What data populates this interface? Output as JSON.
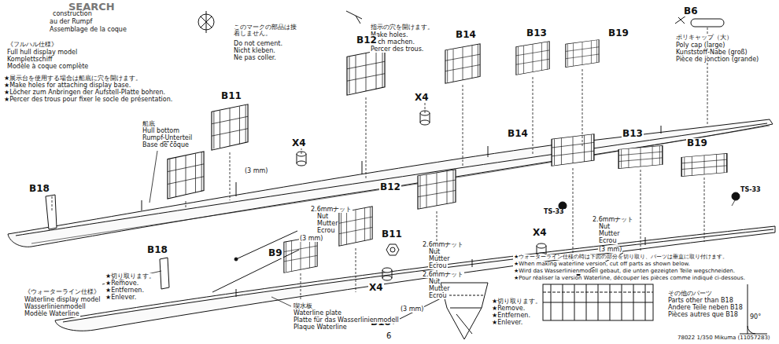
{
  "diagram": {
    "labels": [
      "SEARCH",
      "construction",
      "au der Rumpf",
      "Assemblage de la coque",
      "《フルハル仕様》",
      "Full hull display model",
      "Komplettschiff",
      "Modèle à coque complète",
      "★展示台を使用する場合は船底に穴を開けます。",
      "★Make holes for attaching display base.",
      "★Löcher zum Anbringen der Aufstell-Platte bohren.",
      "★Percer des trous pour fixer le socle de présentation.",
      "このマークの部品は接着しません。",
      "Do not cement.",
      "Nicht kleben.",
      "Ne pas coller.",
      "指示の穴を開けます。",
      "Make holes.",
      "Loch machen.",
      "Percer des trous.",
      "ポリキャップ（大）",
      "Poly cap (large)",
      "Kunststoff-Nabe (groß)",
      "Pièce de jonction (grande)",
      "B9",
      "B11",
      "X4",
      "B12",
      "B14",
      "B13",
      "B19",
      "B6",
      "X4",
      "TS-33",
      "B18",
      "船底",
      "Hull bottom",
      "Rumpf-Unterteil",
      "Base de coque",
      "2.6mmナット",
      "Nut",
      "Mutter",
      "Ecrou",
      "(3 mm)",
      "(3 mm)",
      "2.6mmナット",
      "Nut",
      "Mutter",
      "Ecrou",
      "2.6mmナット",
      "Nut",
      "Mutter",
      "Ecrou",
      "2.6mmナット",
      "Nut",
      "Mutter",
      "Ecrou",
      "(3 mm)",
      "(3 mm)",
      "B18",
      "B9",
      "B11",
      "X4",
      "B12",
      "B14",
      "X4",
      "B13",
      "B19",
      "TS-33",
      "B18",
      "《ウォーターライン仕様》",
      "Waterline display model",
      "Wasserlinienmodell",
      "Modèle Waterline",
      "★切り取ります。",
      "★Remove.",
      "★Entfernen.",
      "★Enlever.",
      "喫水板",
      "Waterline plate",
      "Platte für das Wasserlinienmodell",
      "Plaque Waterline",
      "★切り取ります。",
      "★Remove.",
      "★Entfernen.",
      "★Enlever.",
      "★ウォーターライン仕様の時は下図の部分を切り取り、パーツは垂直に取り付けます。",
      "★When making waterline version, cut off parts as shown below.",
      "★Wird das Wasserlinienmodell gebaut, die unten gezeigten Teile wegschneiden.",
      "★Pour réaliser la version Waterline, découper les pièces comme indiqué ci-dessous.",
      "その他のパーツ",
      "Parts other than B18",
      "Andere Teile neben B18",
      "Pièces autres que B18",
      "90°",
      "6",
      "78022 1/350 Mikuma (11057283)"
    ]
  }
}
